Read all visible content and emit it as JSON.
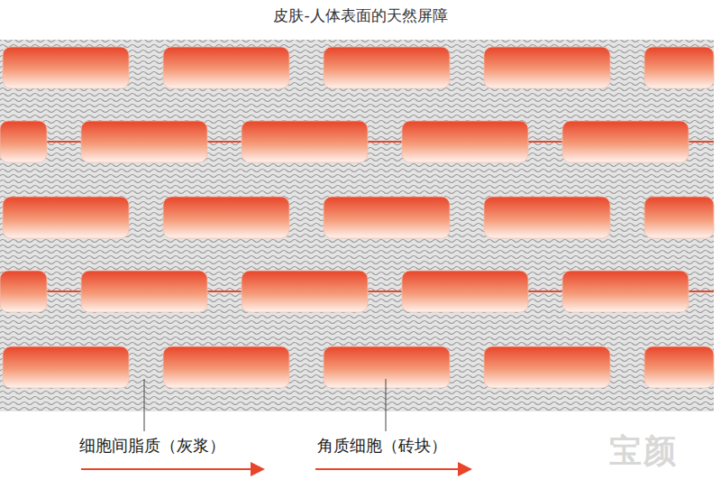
{
  "diagram": {
    "title": "皮肤-人体表面的天然屏障",
    "labels": [
      "细胞间脂质（灰浆）",
      "角质细胞（砖块）",
      "宝颜"
    ]
  }
}
